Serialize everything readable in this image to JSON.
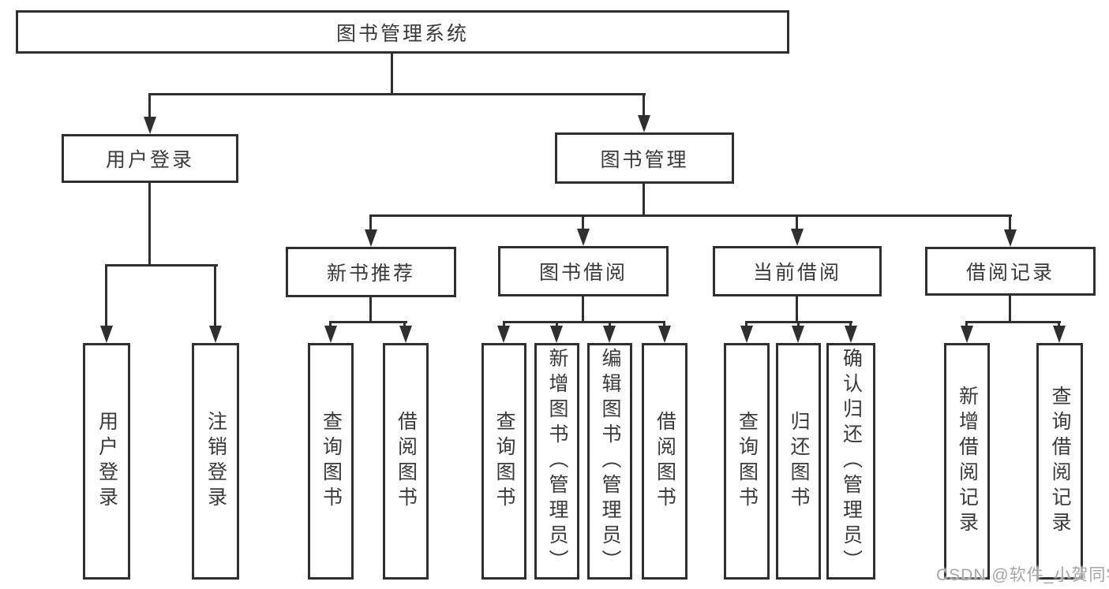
{
  "diagram_title": "图书管理系统",
  "colors": {
    "line": "#2f2f2f",
    "box_border": "#2f2f2f",
    "box_background": "#ffffff",
    "text": "#3a3a3a",
    "watermark": "#a6a6a6"
  },
  "watermark": {
    "text": "CSDN @软件_小贺同学"
  },
  "tree": {
    "label": "图书管理系统",
    "children": [
      {
        "label": "用户登录",
        "children": [
          {
            "label": "用户登录"
          },
          {
            "label": "注销登录"
          }
        ]
      },
      {
        "label": "图书管理",
        "children": [
          {
            "label": "新书推荐",
            "children": [
              {
                "label": "查询图书"
              },
              {
                "label": "借阅图书"
              }
            ]
          },
          {
            "label": "图书借阅",
            "children": [
              {
                "label": "查询图书"
              },
              {
                "label": "新增图书（管理员）"
              },
              {
                "label": "编辑图书（管理员）"
              },
              {
                "label": "借阅图书"
              }
            ]
          },
          {
            "label": "当前借阅",
            "children": [
              {
                "label": "查询图书"
              },
              {
                "label": "归还图书"
              },
              {
                "label": "确认归还（管理员）"
              }
            ]
          },
          {
            "label": "借阅记录",
            "children": [
              {
                "label": "新增借阅记录"
              },
              {
                "label": "查询借阅记录"
              }
            ]
          }
        ]
      }
    ]
  }
}
